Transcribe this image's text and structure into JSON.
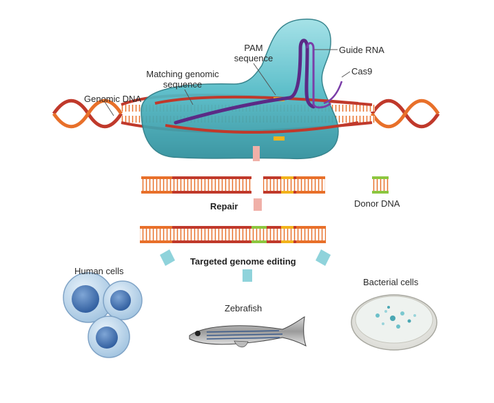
{
  "labels": {
    "genomic_dna": "Genomic DNA",
    "matching_line1": "Matching genomic",
    "matching_line2": "sequence",
    "pam_line1": "PAM",
    "pam_line2": "sequence",
    "guide_rna": "Guide RNA",
    "cas9": "Cas9",
    "repair": "Repair",
    "donor_dna": "Donor DNA",
    "targeted_editing": "Targeted genome editing",
    "human_cells": "Human cells",
    "zebrafish": "Zebrafish",
    "bacterial_cells": "Bacterial cells"
  },
  "colors": {
    "dna_red": "#c0392b",
    "dna_orange": "#e8702a",
    "cas9_teal": "#4fb8c4",
    "guide_purple": "#5b2a86",
    "pam_yellow": "#f2b31b",
    "donor_green": "#8cc63f",
    "arrow_teal": "#8fd3db",
    "arrow_pink": "#f0b0a8"
  },
  "icons": [
    "dna-helix-icon",
    "cas9-protein-icon",
    "guide-rna-icon",
    "arrow-icon",
    "human-cell-icon",
    "zebrafish-icon",
    "petri-dish-icon"
  ]
}
